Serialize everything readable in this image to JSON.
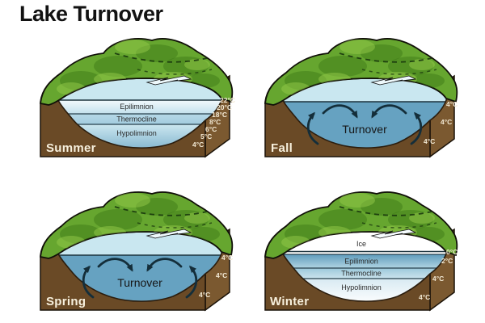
{
  "title": "Lake Turnover",
  "panels": [
    {
      "season": "Summer",
      "type": "stratified",
      "layers": [
        "Epilimnion",
        "Thermocline",
        "Hypolimnion"
      ],
      "temps": [
        "22°C",
        "20°C",
        "18°C",
        "8°C",
        "6°C",
        "5°C",
        "4°C"
      ]
    },
    {
      "season": "Fall",
      "type": "turnover",
      "label": "Turnover",
      "temps": [
        "4°C",
        "4°C",
        "4°C"
      ]
    },
    {
      "season": "Spring",
      "type": "turnover",
      "label": "Turnover",
      "temps": [
        "4°C",
        "4°C",
        "4°C"
      ]
    },
    {
      "season": "Winter",
      "type": "stratified",
      "layers": [
        "Ice",
        "Epilimnion",
        "Thermocline",
        "Hypolimnion"
      ],
      "temps": [
        "0°C",
        "2°C",
        "4°C",
        "4°C"
      ]
    }
  ],
  "colors": {
    "background": "#ffffff",
    "title_text": "#121212",
    "hill_green": "#66a62f",
    "hill_green_dark": "#3e7a18",
    "hill_green_light": "#93c94a",
    "soil_front": "#6a4a26",
    "soil_side": "#7b5930",
    "water_surface": "#c9e7f0",
    "water_turnover": "#66a2c1",
    "ice_white": "#ffffff",
    "temp_text": "#f2e9d4",
    "season_text": "#f7f0dd",
    "outline": "#1a1208",
    "arrow": "#142e3a"
  }
}
